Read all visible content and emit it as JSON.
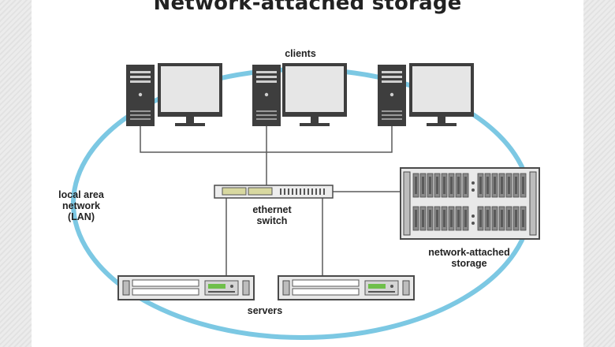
{
  "title": "Network-attached storage",
  "labels": {
    "clients": "clients",
    "lan": "local area\nnetwork\n(LAN)",
    "switch": "ethernet\nswitch",
    "nas": "network-attached\nstorage",
    "servers": "servers"
  },
  "colors": {
    "lan_ring": "#7cc8e3",
    "device_dark": "#3e3e3e",
    "device_light": "#e9e9e9",
    "cable": "#5a5a5a",
    "led_green": "#6fbf4a"
  },
  "icons": {
    "client": "desktop-computer-icon",
    "server": "rack-server-icon",
    "switch": "network-switch-icon",
    "nas": "storage-array-icon"
  }
}
